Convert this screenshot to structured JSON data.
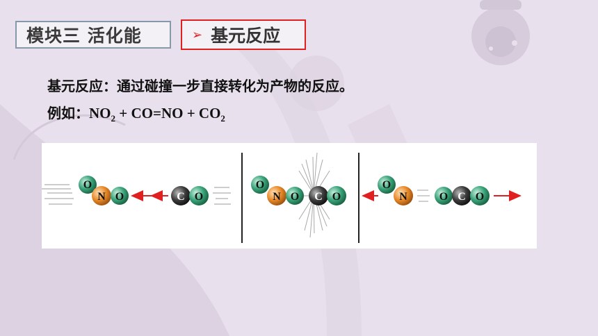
{
  "header": {
    "module_label": "模块三  活化能",
    "topic_marker": "➢",
    "topic_label": "基元反应"
  },
  "content": {
    "definition": "基元反应：通过碰撞一步直接转化为产物的反应。",
    "example_prefix": "例如：",
    "equation": {
      "reactant1": "NO",
      "reactant1_sub": "2",
      "plus1": " + ",
      "reactant2": "CO",
      "equals": "=",
      "product1": "NO",
      "plus2": " + ",
      "product2": "CO",
      "product2_sub": "2"
    }
  },
  "diagram": {
    "atom_labels": {
      "oxygen": "O",
      "nitrogen": "N",
      "carbon": "C"
    },
    "colors": {
      "oxygen": "#3aa37a",
      "nitrogen": "#e88a2a",
      "carbon": "#3c3c3c",
      "arrow": "#e02020",
      "divider": "#222222"
    }
  }
}
